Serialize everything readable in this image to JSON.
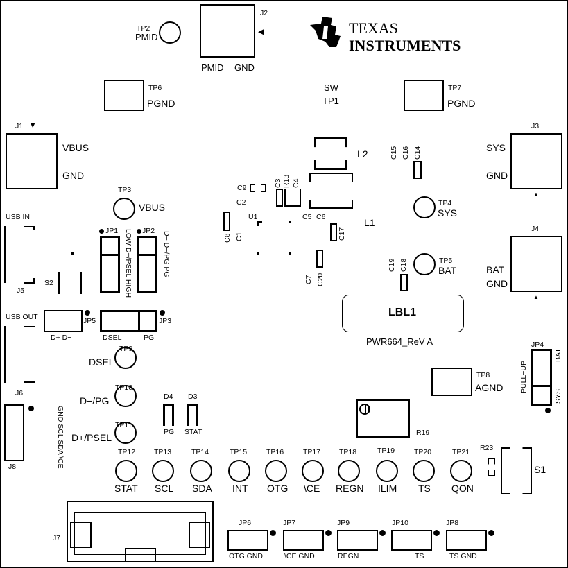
{
  "logo": {
    "line1": "TEXAS",
    "line2": "INSTRUMENTS"
  },
  "board": {
    "label": "LBL1",
    "revision": "PWR664_ReV A"
  },
  "connectors": {
    "J1": {
      "ref": "J1",
      "pins": [
        "VBUS",
        "GND"
      ]
    },
    "J2": {
      "ref": "J2",
      "pins": [
        "PMID",
        "GND"
      ]
    },
    "J3": {
      "ref": "J3",
      "pins": [
        "SYS",
        "GND"
      ]
    },
    "J4": {
      "ref": "J4",
      "pins": [
        "BAT",
        "GND"
      ]
    },
    "J5": {
      "ref": "J5",
      "title": "USB IN"
    },
    "J6": {
      "ref": "J6",
      "title": "USB OUT"
    },
    "J7": {
      "ref": "J7"
    },
    "J8": {
      "ref": "J8",
      "pins": "GND SCL SDA \\CE"
    }
  },
  "test_points": [
    {
      "ref": "TP2",
      "net": "PMID"
    },
    {
      "ref": "TP6",
      "net": "PGND"
    },
    {
      "ref": "TP1",
      "net": "SW"
    },
    {
      "ref": "TP7",
      "net": "PGND"
    },
    {
      "ref": "TP3",
      "net": "VBUS"
    },
    {
      "ref": "TP4",
      "net": "SYS"
    },
    {
      "ref": "TP5",
      "net": "BAT"
    },
    {
      "ref": "TP8",
      "net": "AGND"
    },
    {
      "ref": "TP9",
      "net": "DSEL"
    },
    {
      "ref": "TP10",
      "net": "D−/PG"
    },
    {
      "ref": "TP11",
      "net": "D+/PSEL"
    },
    {
      "ref": "TP12",
      "net": "STAT"
    },
    {
      "ref": "TP13",
      "net": "SCL"
    },
    {
      "ref": "TP14",
      "net": "SDA"
    },
    {
      "ref": "TP15",
      "net": "INT"
    },
    {
      "ref": "TP16",
      "net": "OTG"
    },
    {
      "ref": "TP17",
      "net": "\\CE"
    },
    {
      "ref": "TP18",
      "net": "REGN"
    },
    {
      "ref": "TP19",
      "net": "ILIM"
    },
    {
      "ref": "TP20",
      "net": "TS"
    },
    {
      "ref": "TP21",
      "net": "QON"
    }
  ],
  "jumpers": {
    "JP1": {
      "ref": "JP1",
      "label": "LOW  D+/PSEL HIGH"
    },
    "JP2": {
      "ref": "JP2",
      "label": "D−   D−/PG   PG"
    },
    "JP3": {
      "ref": "JP3",
      "pins": [
        "DSEL",
        "PG"
      ]
    },
    "JP4": {
      "ref": "JP4",
      "side": "PULL−UP",
      "pins": [
        "BAT",
        "SYS"
      ]
    },
    "JP5": {
      "ref": "JP5",
      "pins": "D+  D−"
    },
    "JP6": {
      "ref": "JP6",
      "pins": "OTG  GND"
    },
    "JP7": {
      "ref": "JP7",
      "pins": "\\CE  GND"
    },
    "JP9": {
      "ref": "JP9",
      "pins": "REGN"
    },
    "JP10": {
      "ref": "JP10",
      "pins": "TS"
    },
    "JP8": {
      "ref": "JP8",
      "pins": "TS  GND"
    }
  },
  "components": {
    "U1": "U1",
    "L1": "L1",
    "L2": "L2",
    "S1": "S1",
    "S2": "S2",
    "R13": "R13",
    "R19": "R19",
    "R23": "R23",
    "C1": "C1",
    "C2": "C2",
    "C3": "C3",
    "C4": "C4",
    "C5": "C5",
    "C6": "C6",
    "C7": "C7",
    "C8": "C8",
    "C9": "C9",
    "C14": "C14",
    "C15": "C15",
    "C16": "C16",
    "C17": "C17",
    "C18": "C18",
    "C19": "C19",
    "C20": "C20",
    "D3": {
      "ref": "D3",
      "label": "STAT"
    },
    "D4": {
      "ref": "D4",
      "label": "PG"
    }
  }
}
